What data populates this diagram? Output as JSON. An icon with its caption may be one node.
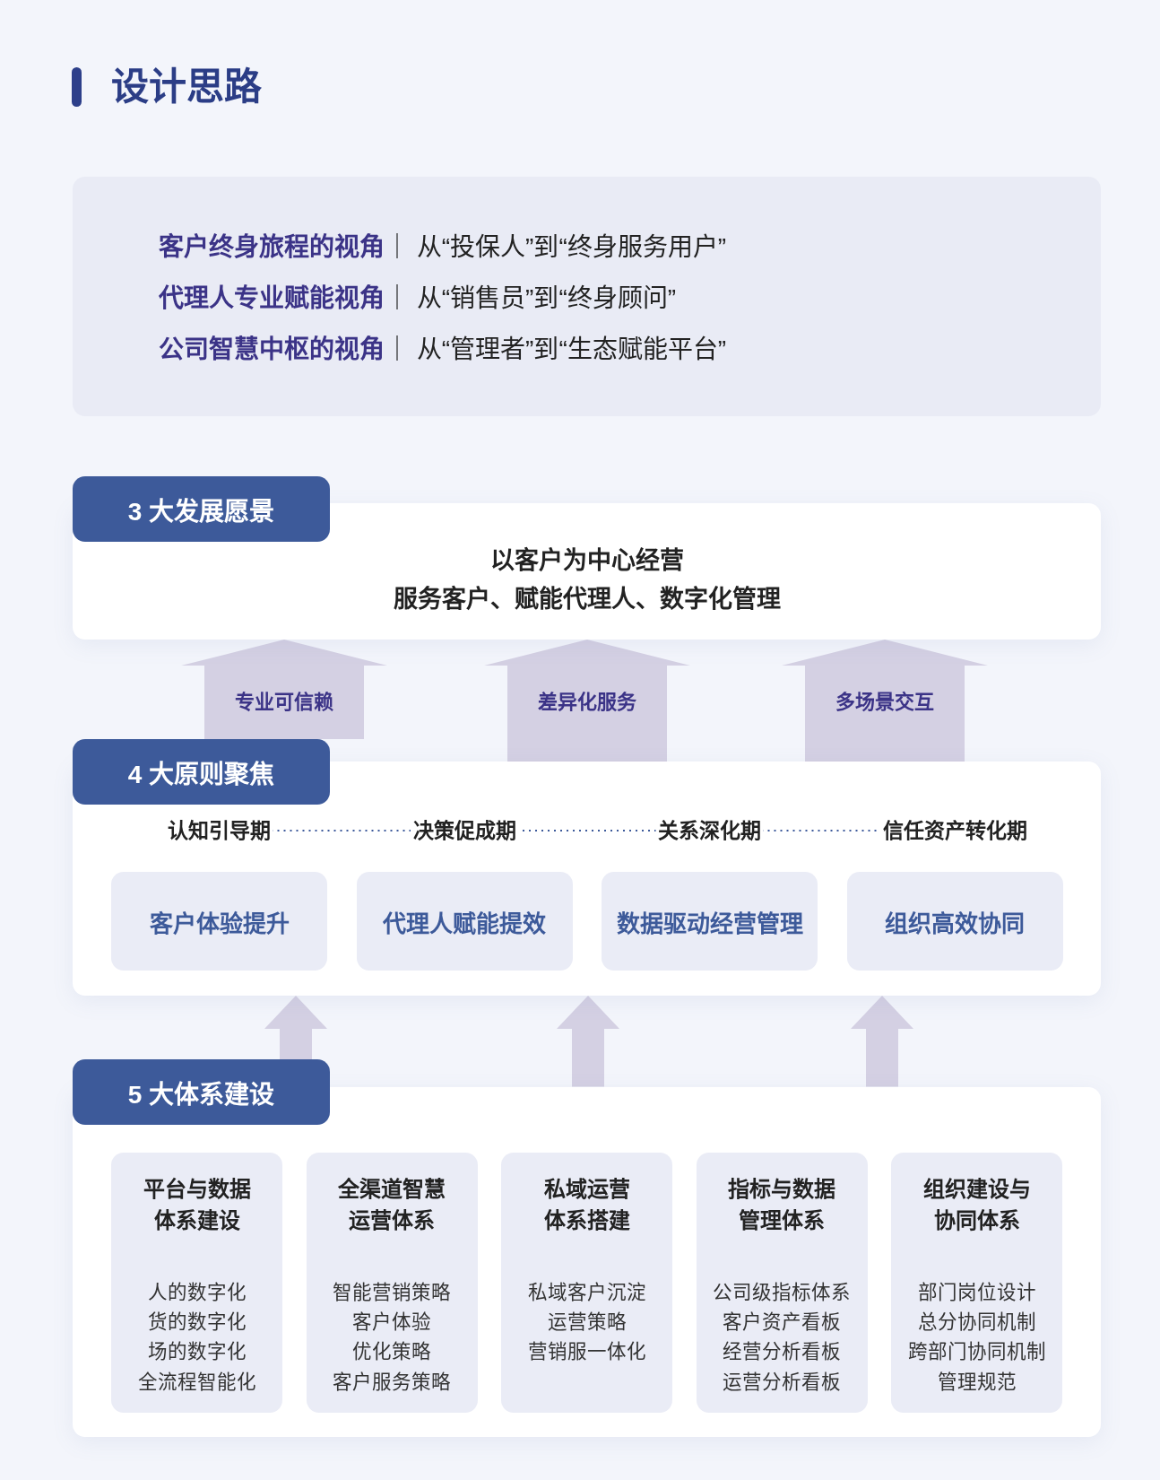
{
  "diagram": {
    "title": "设计思路",
    "nodes": [
      {
        "text": [
          "**客户终身旅程的视角**｜ 从“投保人”到“终身服务用户”",
          "**代理人专业赋能视角**｜ 从“销售员”到“终身顾问”",
          "**公司智慧中枢的视角**｜ 从“管理者”到“生态赋能平台”"
        ]
      },
      {
        "text": [
          "3 大发展愿景"
        ]
      },
      {
        "text": [
          "以客户为中心经营",
          "服务客户、赋能代理人、数字化管理"
        ]
      },
      {
        "text": [
          "4 大原则聚焦"
        ]
      },
      {
        "text": [],
        "shape": "box"
      },
      {
        "text": [
          "认知引导期"
        ],
        "in": 4
      },
      {
        "text": [
          "决策促成期"
        ],
        "in": 4
      },
      {
        "text": [
          "关系深化期"
        ],
        "in": 4
      },
      {
        "text": [
          "信任资产转化期"
        ],
        "in": 4
      },
      {
        "text": [
          "客户体验提升"
        ],
        "in": 4
      },
      {
        "text": [
          "代理人赋能提效"
        ],
        "in": 4
      },
      {
        "text": [
          "数据驱动经营管理"
        ],
        "in": 4
      },
      {
        "text": [
          "组织高效协同"
        ],
        "in": 4
      },
      {
        "text": [
          "5 大体系建设"
        ]
      },
      {
        "text": [],
        "shape": "box"
      },
      {
        "text": [
          "平台与数据体系建设",
          "人的数字化",
          "货的数字化",
          "场的数字化",
          "全流程智能化"
        ],
        "in": 14
      },
      {
        "text": [
          "全渠道智慧运营体系",
          "智能营销策略",
          "客户体验",
          "优化策略",
          "客户服务策略"
        ],
        "in": 14
      },
      {
        "text": [
          "私域运营体系搭建",
          "私域客户沉淀",
          "运营策略",
          "营销服一体化"
        ],
        "in": 14
      },
      {
        "text": [
          "指标与数据管理体系",
          "公司级指标体系",
          "客户资产看板",
          "经营分析看板",
          "运营分析看板"
        ],
        "in": 14
      },
      {
        "text": [
          "组织建设与协同体系",
          "部门岗位设计",
          "总分协同机制",
          "跨部门协同机制",
          "管理规范"
        ],
        "in": 14
      }
    ],
    "edges": [
      {
        "from": 3,
        "to": 2,
        "arrow": "to",
        "label": "专业可信赖"
      },
      {
        "from": 4,
        "to": 2,
        "arrow": "to",
        "label": "差异化服务"
      },
      {
        "from": 4,
        "to": 2,
        "arrow": "to",
        "label": "多场景交互"
      },
      {
        "from": 13,
        "to": 4,
        "arrow": "to"
      },
      {
        "from": 14,
        "to": 4,
        "arrow": "to"
      },
      {
        "from": 14,
        "to": 4,
        "arrow": "to"
      },
      {
        "from": 5,
        "to": 6,
        "arrow": "none",
        "style": "dashed",
        "color": "#3d5a9a"
      },
      {
        "from": 6,
        "to": 7,
        "arrow": "none",
        "style": "dashed",
        "color": "#3d5a9a"
      },
      {
        "from": 7,
        "to": 8,
        "arrow": "none",
        "style": "dashed",
        "color": "#3d5a9a"
      }
    ]
  }
}
